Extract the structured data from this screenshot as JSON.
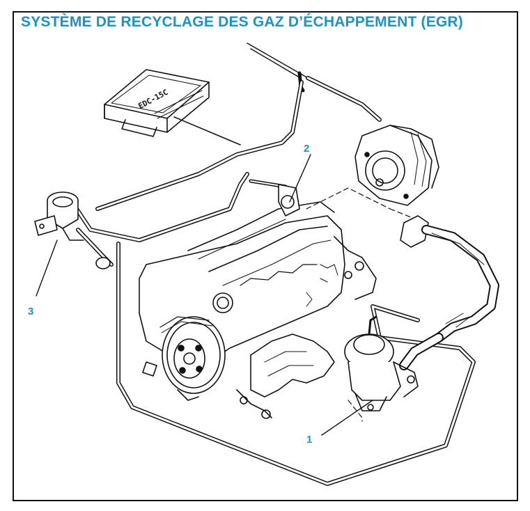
{
  "title": "SYSTÈME DE RECYCLAGE DES GAZ D’ÉCHAPPEMENT (EGR)",
  "ecu_label": "EDC-15C",
  "callouts": [
    {
      "id": "1",
      "text": "1"
    },
    {
      "id": "2",
      "text": "2"
    },
    {
      "id": "3",
      "text": "3"
    }
  ],
  "colors": {
    "accent": "#1a93c6",
    "ink": "#111111",
    "frame": "#111111"
  }
}
